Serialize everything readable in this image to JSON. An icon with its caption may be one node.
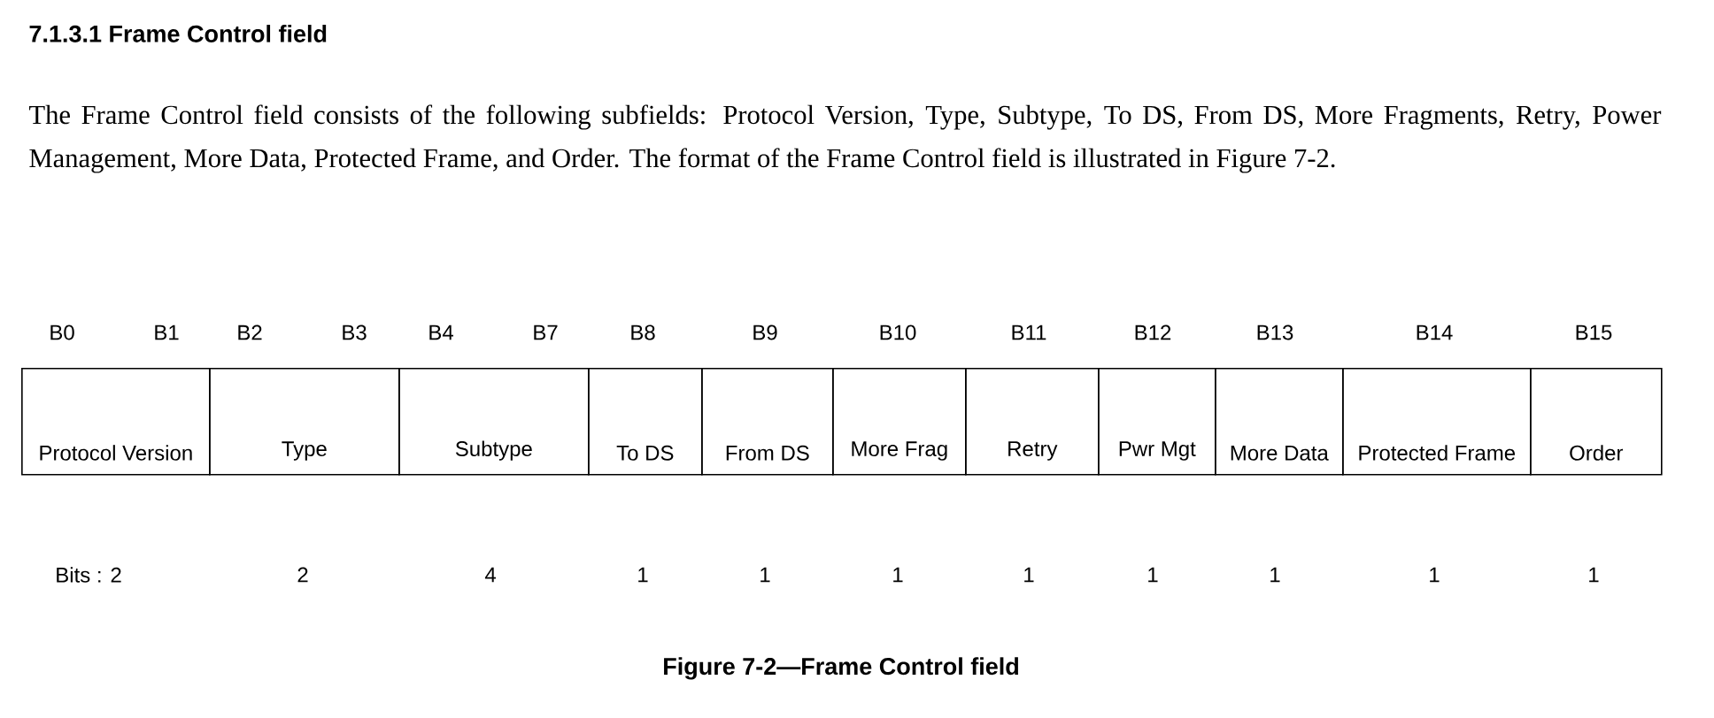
{
  "diagram": {
    "title": "7.1.3.1 Frame Control field",
    "caption": "Figure 7-2—Frame Control field",
    "nodes": [
      {
        "text": [
          "Protocol Version"
        ]
      },
      {
        "text": [
          "Type"
        ]
      },
      {
        "text": [
          "Subtype"
        ]
      },
      {
        "text": [
          "To DS"
        ]
      },
      {
        "text": [
          "From DS"
        ]
      },
      {
        "text": [
          "More Frag"
        ]
      },
      {
        "text": [
          "Retry"
        ]
      },
      {
        "text": [
          "Pwr Mgt"
        ]
      },
      {
        "text": [
          "More Data"
        ]
      },
      {
        "text": [
          "Protected Frame"
        ]
      },
      {
        "text": [
          "Order"
        ]
      }
    ],
    "labels": [
      "The Frame Control field consists of the following subfields: Protocol Version, Type, Subtype, To DS, From DS, More Fragments, Retry, Power Management, More Data, Protected Frame, and Order. The format of the Frame Control field is illustrated in Figure 7-2.",
      "B0",
      "B1",
      "B2",
      "B3",
      "B4",
      "B7",
      "B8",
      "B9",
      "B10",
      "B11",
      "B12",
      "B13",
      "B14",
      "B15",
      "Bits : 2",
      "2",
      "4",
      "1",
      "1",
      "1",
      "1",
      "1",
      "1",
      "1",
      "1"
    ]
  }
}
